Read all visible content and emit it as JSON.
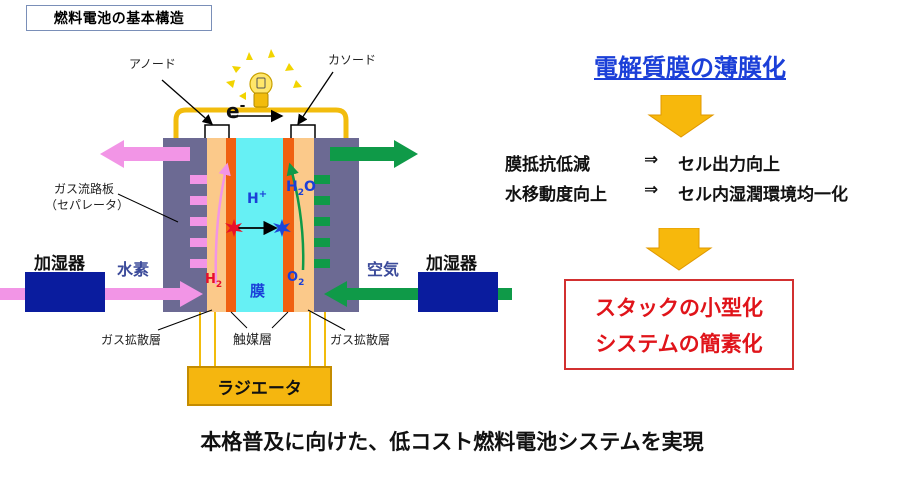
{
  "box_title": "燃料電池の基本構造",
  "labels": {
    "anode": "アノード",
    "cathode": "カソード",
    "electron": "e",
    "electron_sup": "-",
    "gas_channel_line1": "ガス流路板",
    "gas_channel_line2": "（セパレータ）",
    "humidifier_left": "加湿器",
    "humidifier_right": "加湿器",
    "hydrogen": "水素",
    "air": "空気",
    "h_plus": "H",
    "h_plus_sup": "+",
    "h2o_h": "H",
    "h2o_sub": "2",
    "h2o_o": "O",
    "h2_h": "H",
    "h2_sub": "2",
    "o2_o": "O",
    "o2_sub": "2",
    "membrane": "膜",
    "gas_diffusion_left": "ガス拡散層",
    "catalyst": "触媒層",
    "gas_diffusion_right": "ガス拡散層",
    "radiator": "ラジエータ"
  },
  "right_panel": {
    "heading": "電解質膜の薄膜化",
    "effects": [
      {
        "cause": "膜抵抗低減",
        "arrow": "⇒",
        "result": "セル出力向上"
      },
      {
        "cause": "水移動度向上",
        "arrow": "⇒",
        "result": "セル内湿潤環境均一化"
      }
    ],
    "outcomes": [
      "スタックの小型化",
      "システムの簡素化"
    ]
  },
  "footer": "本格普及に向けた、低コスト燃料電池システムを実現",
  "colors": {
    "separator": "#6c6a93",
    "gas_diffusion": "#fbc98a",
    "catalyst": "#f06010",
    "membrane": "#66f0f4",
    "hydrogen_arrow": "#f295e6",
    "air_arrow": "#0f9a48",
    "humidifier": "#0a1c9e",
    "wire": "#f2bc0c",
    "radiator": "#f5b60f",
    "heading": "#1b3fd8",
    "result": "#e0141a",
    "down_arrow": "#f7b80c"
  }
}
